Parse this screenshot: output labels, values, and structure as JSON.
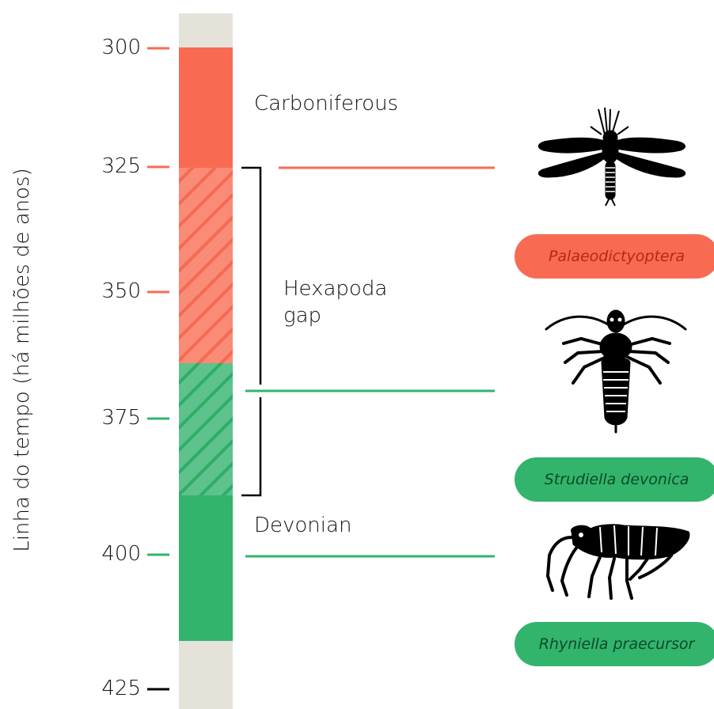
{
  "axis": {
    "label": "Linha do tempo (há milhões de anos)",
    "ticks": [
      "300",
      "325",
      "350",
      "375",
      "400",
      "425"
    ]
  },
  "periods": {
    "carboniferous": "Carboniferous",
    "devonian": "Devonian"
  },
  "gap": {
    "line1": "Hexapoda",
    "line2": "gap"
  },
  "species": [
    {
      "name": "Palaeodictyoptera",
      "icon": "dragonfly-icon"
    },
    {
      "name": "Strudiella devonica",
      "icon": "insect-nymph-icon"
    },
    {
      "name": "Rhyniella praecursor",
      "icon": "springtail-icon"
    }
  ],
  "colors": {
    "carboniferous": "#f86b52",
    "carboniferous_gap": "#fa8b76",
    "devonian": "#32b46c",
    "devonian_gap": "#5ec28d",
    "bar_background": "#e4e2d9",
    "hatch_red": "#f66a51",
    "hatch_green": "#2fad66",
    "black": "#000000"
  }
}
